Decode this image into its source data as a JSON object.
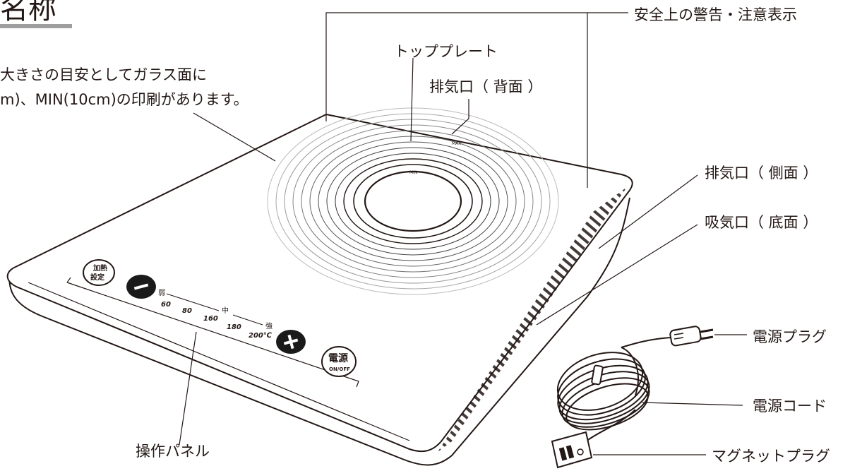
{
  "title": "名称",
  "labels": {
    "safety_warning": "安全上の警告・注意表示",
    "top_plate": "トッププレート",
    "size_guide_line1": "大きさの目安としてガラス面に",
    "size_guide_line2": "m)、MIN(10cm)の印刷があります。",
    "exhaust_back": "排気口（ 背面 ）",
    "exhaust_side": "排気口（ 側面 ）",
    "intake_bottom": "吸気口（ 底面 ）",
    "power_plug": "電源プラグ",
    "power_cord": "電源コード",
    "magnet_plug": "マグネットプラグ",
    "control_panel": "操作パネル"
  },
  "panel": {
    "heat_button_line1": "加熱",
    "heat_button_line2": "設定",
    "minus_button": "－",
    "plus_button": "＋",
    "power_button_main": "電源",
    "power_button_sub": "ON/OFF",
    "level_weak": "弱",
    "level_mid": "中",
    "level_strong": "強",
    "temps": [
      "60",
      "80",
      "160",
      "180",
      "200℃"
    ]
  },
  "plate_marks": {
    "max": "MAX",
    "min": "MIN"
  },
  "colors": {
    "line": "#231815",
    "dark_button": "#1a1a1a",
    "title_underline": "#9e9e9e"
  }
}
